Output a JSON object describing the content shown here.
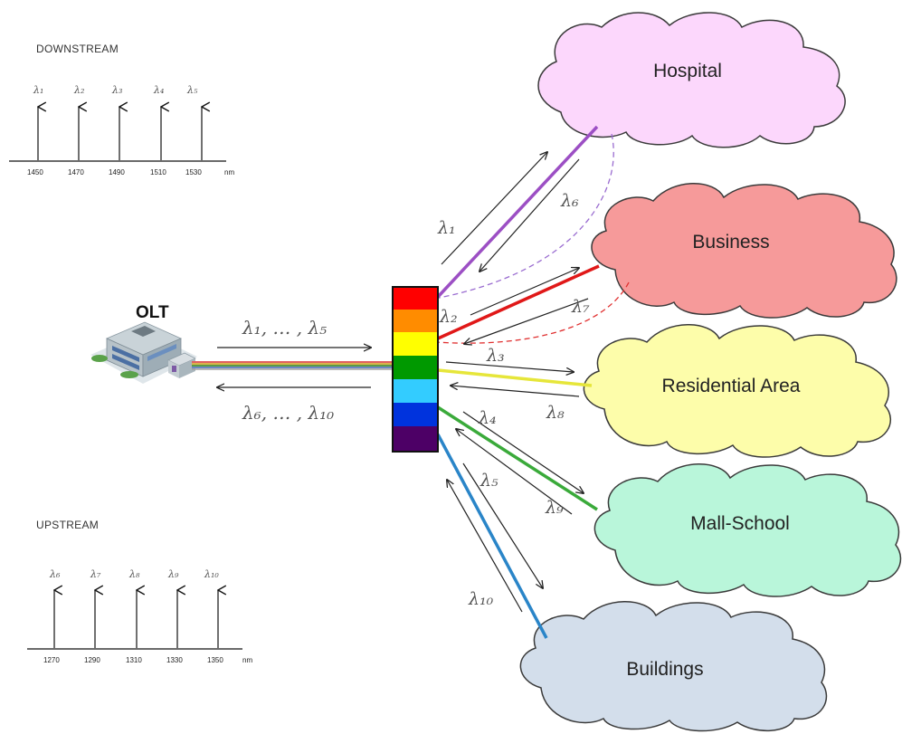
{
  "downstream": {
    "title": "DOWNSTREAM",
    "lambdas": [
      "λ₁",
      "λ₂",
      "λ₃",
      "λ₄",
      "λ₅"
    ],
    "ticks": [
      "1450",
      "1470",
      "1490",
      "1510",
      "1530"
    ],
    "unit": "nm"
  },
  "upstream": {
    "title": "UPSTREAM",
    "lambdas": [
      "λ₆",
      "λ₇",
      "λ₈",
      "λ₉",
      "λ₁₀"
    ],
    "ticks": [
      "1270",
      "1290",
      "1310",
      "1330",
      "1350"
    ],
    "unit": "nm"
  },
  "olt": {
    "label": "OLT",
    "down_label": "λ₁, … , λ₅",
    "up_label": "λ₆, … , λ₁₀"
  },
  "demux_colors": [
    "#ff0000",
    "#ff8c00",
    "#ffff00",
    "#009900",
    "#33ccff",
    "#0033dd",
    "#4d0066"
  ],
  "destinations": [
    {
      "name": "Hospital",
      "fill": "#fcd7fc",
      "down": "λ₁",
      "up": "λ₆",
      "fiber": "#9c4fc4"
    },
    {
      "name": "Business",
      "fill": "#f69a9a",
      "down": "λ₂",
      "up": "λ₇",
      "fiber": "#e01818"
    },
    {
      "name": "Residential Area",
      "fill": "#fdfdaa",
      "down": "λ₃",
      "up": "λ₈",
      "fiber": "#e6e63a"
    },
    {
      "name": "Mall-School",
      "fill": "#b9f6da",
      "down": "λ₄",
      "up": "λ₉",
      "fiber": "#3aaa3a"
    },
    {
      "name": "Buildings",
      "fill": "#d3deeb",
      "down": "λ₅",
      "up": "λ₁₀",
      "fiber": "#2a85c8"
    }
  ]
}
